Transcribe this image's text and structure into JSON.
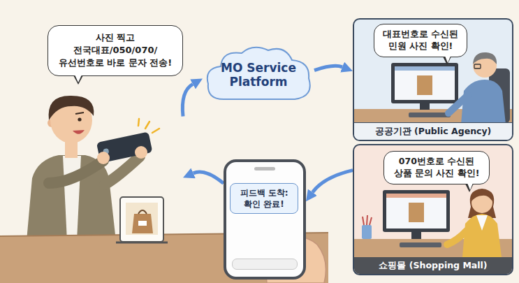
{
  "diagram": {
    "nodes": [
      {
        "text": [
          "사진 찍고 전국대표/050/070/유선번호로 바로 문자 전송!"
        ]
      },
      {
        "text": [
          "MO Service Platform"
        ]
      },
      {
        "text": [
          "공공기관 (Public Agency)"
        ]
      },
      {
        "text": [
          "대표번호로 수신된 민원 사진 확인!"
        ],
        "in": 2
      },
      {
        "text": [
          "쇼핑몰 (Shopping Mall)"
        ]
      },
      {
        "text": [
          "070번호로 수신된 상품 문의 사진 확인!"
        ],
        "in": 4
      },
      {
        "text": [
          "피드백 도착: 확인 완료!"
        ]
      }
    ],
    "edges": [
      {
        "from": 0,
        "to": 1,
        "arrow": "to"
      },
      {
        "from": 1,
        "to": 2,
        "arrow": "to"
      },
      {
        "from": 4,
        "to": 6,
        "arrow": "to"
      },
      {
        "from": 6,
        "to": 0,
        "arrow": "to"
      }
    ]
  }
}
